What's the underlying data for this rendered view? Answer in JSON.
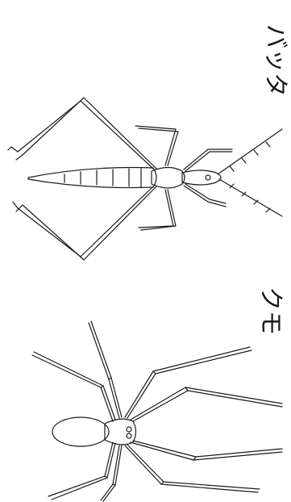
{
  "labels": {
    "grasshopper": "バッタ",
    "spider": "クモ"
  },
  "figures": [
    {
      "name": "grasshopper-drawing",
      "icon": "grasshopper-outline"
    },
    {
      "name": "spider-drawing",
      "icon": "spider-outline"
    }
  ],
  "colors": {
    "ink": "#1a1a1a",
    "paper": "#ffffff"
  }
}
